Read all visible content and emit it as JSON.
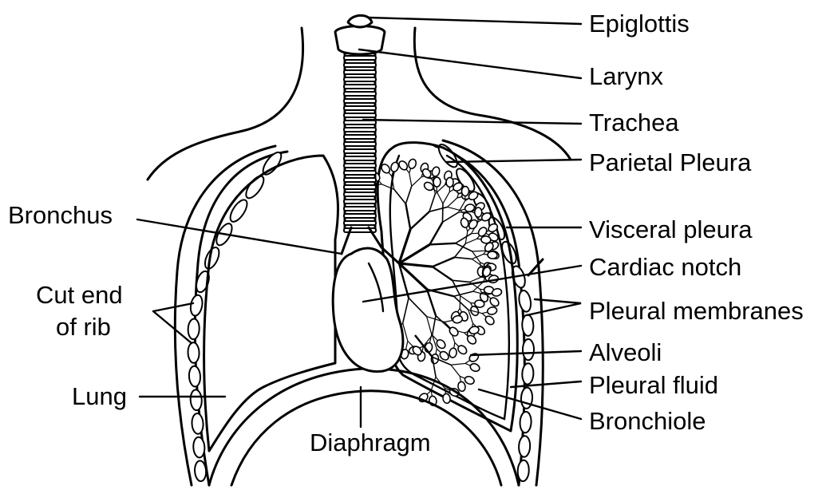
{
  "labels": {
    "epiglottis": "Epiglottis",
    "larynx": "Larynx",
    "trachea": "Trachea",
    "parietal_pleura": "Parietal Pleura",
    "visceral_pleura": "Visceral pleura",
    "cardiac_notch": "Cardiac notch",
    "pleural_membranes": "Pleural membranes",
    "alveoli": "Alveoli",
    "pleural_fluid": "Pleural fluid",
    "bronchiole": "Bronchiole",
    "bronchus": "Bronchus",
    "cut_end_line1": "Cut end",
    "cut_end_line2": "of rib",
    "lung": "Lung",
    "diaphragm": "Diaphragm"
  }
}
